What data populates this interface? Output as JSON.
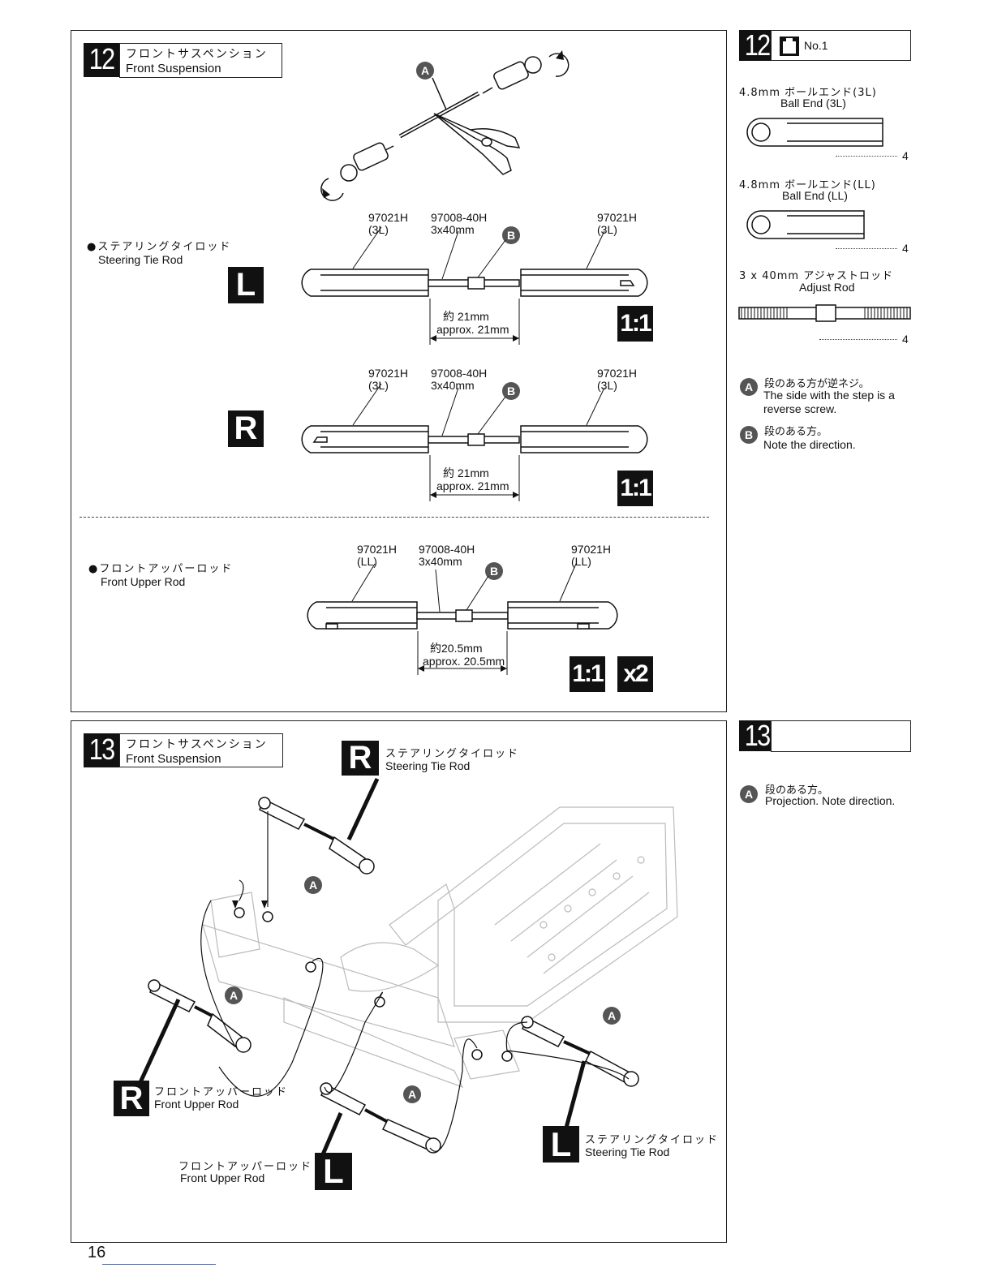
{
  "step12": {
    "number": "12",
    "title_jp": "フロントサスペンション",
    "title_en": "Front Suspension",
    "label_a": "A",
    "label_b": "B",
    "tie_rod_jp": "●ステアリングタイロッド",
    "tie_rod_en": "Steering Tie Rod",
    "upper_rod_jp": "●フロントアッパーロッド",
    "upper_rod_en": "Front Upper Rod",
    "side_l": "L",
    "side_r": "R",
    "scale": "1:1",
    "qty": "x2",
    "rod_l": {
      "left_part": "97021H",
      "left_type": "(3L)",
      "mid_part": "97008-40H",
      "mid_size": "3x40mm",
      "right_part": "97021H",
      "right_type": "(3L)",
      "len_jp": "約 21mm",
      "len_en": "approx. 21mm"
    },
    "rod_r": {
      "left_part": "97021H",
      "left_type": "(3L)",
      "mid_part": "97008-40H",
      "mid_size": "3x40mm",
      "right_part": "97021H",
      "right_type": "(3L)",
      "len_jp": "約 21mm",
      "len_en": "approx. 21mm"
    },
    "rod_upper": {
      "left_part": "97021H",
      "left_type": "(LL)",
      "mid_part": "97008-40H",
      "mid_size": "3x40mm",
      "right_part": "97021H",
      "right_type": "(LL)",
      "len_jp": "約20.5mm",
      "len_en": "approx. 20.5mm"
    }
  },
  "parts12": {
    "number": "12",
    "bag": "No.1",
    "items": [
      {
        "name_jp": "4.8mm ボールエンド(3L)",
        "name_en": "Ball End (3L)",
        "qty": "4"
      },
      {
        "name_jp": "4.8mm ボールエンド(LL)",
        "name_en": "Ball End (LL)",
        "qty": "4"
      },
      {
        "name_jp": "3 x 40mm アジャストロッド",
        "name_en": "Adjust Rod",
        "qty": "4"
      }
    ],
    "note_a_jp": "段のある方が逆ネジ。",
    "note_a_en": "The side with the step is a reverse screw.",
    "note_b_jp": "段のある方。",
    "note_b_en": "Note the direction."
  },
  "step13": {
    "number": "13",
    "title_jp": "フロントサスペンション",
    "title_en": "Front Suspension",
    "tie_rod_jp": "ステアリングタイロッド",
    "tie_rod_en": "Steering Tie Rod",
    "upper_rod_jp": "フロントアッパーロッド",
    "upper_rod_en": "Front Upper Rod",
    "side_l": "L",
    "side_r": "R",
    "label_a": "A"
  },
  "parts13": {
    "number": "13",
    "note_a_jp": "段のある方。",
    "note_a_en": "Projection. Note direction."
  },
  "page_number": "16"
}
